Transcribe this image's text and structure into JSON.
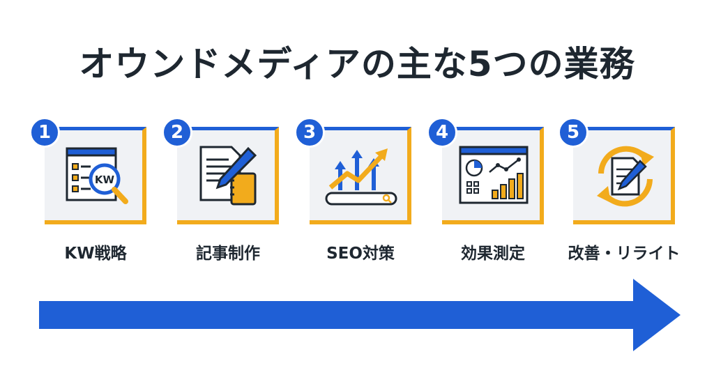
{
  "title": "オウンドメディアの主な5つの業務",
  "colors": {
    "accent_blue": "#1f5fd6",
    "accent_yellow": "#f2ab1c",
    "card_bg": "#f0f2f5",
    "text": "#1e2730"
  },
  "steps": [
    {
      "number": "1",
      "label": "KW戦略",
      "icon": "keyword-search-icon",
      "icon_text": "KW"
    },
    {
      "number": "2",
      "label": "記事制作",
      "icon": "document-pen-icon"
    },
    {
      "number": "3",
      "label": "SEO対策",
      "icon": "rising-chart-search-icon"
    },
    {
      "number": "4",
      "label": "効果測定",
      "icon": "analytics-dashboard-icon"
    },
    {
      "number": "5",
      "label": "改善・リライト",
      "icon": "refresh-document-icon"
    }
  ],
  "flow_arrow": "right-arrow"
}
